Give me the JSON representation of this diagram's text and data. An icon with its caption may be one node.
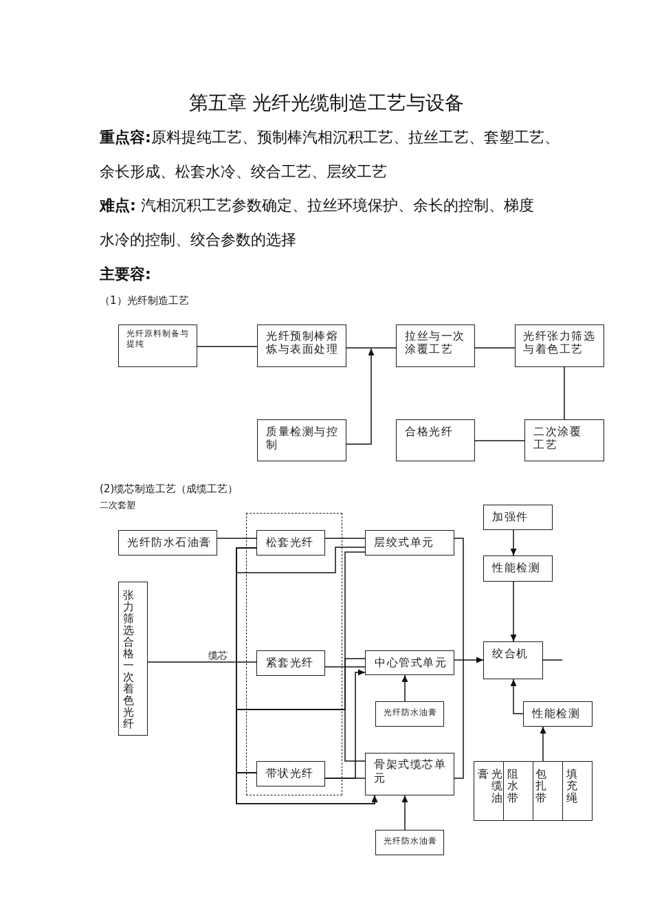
{
  "diagram": {
    "title": "第五章 光纤光缆制造工艺与设备",
    "nodes": [
      {
        "text": [
          "光纤原料制备与提纯"
        ]
      },
      {
        "text": [
          "光纤预制棒熔炼与表面处理"
        ]
      },
      {
        "text": [
          "拉丝与一次涂覆工艺"
        ]
      },
      {
        "text": [
          "光纤张力筛选与着色工艺"
        ]
      },
      {
        "text": [
          "质量检测与控制"
        ]
      },
      {
        "text": [
          "合格光纤"
        ]
      },
      {
        "text": [
          "二次涂覆工艺"
        ]
      },
      {
        "text": [
          "光纤防水石油膏"
        ]
      },
      {
        "text": [],
        "shape": "box"
      },
      {
        "text": [
          "松套光纤"
        ],
        "in": 8
      },
      {
        "text": [
          "层绞式单元"
        ]
      },
      {
        "text": [
          "加强件"
        ]
      },
      {
        "text": [
          "性能检测"
        ]
      },
      {
        "text": [
          "张力筛选合格一次着色光纤"
        ]
      },
      {
        "text": [
          "紧套光纤"
        ],
        "in": 8
      },
      {
        "text": [
          "中心管式单元"
        ]
      },
      {
        "text": [
          "绞合机"
        ]
      },
      {
        "text": [
          "光纤防水油膏"
        ]
      },
      {
        "text": [
          "性能检测"
        ]
      },
      {
        "text": [
          "带状光纤"
        ],
        "in": 8
      },
      {
        "text": [
          "骨架式缆芯单元"
        ]
      },
      {
        "text": [],
        "shape": "box"
      },
      {
        "text": [
          "光缆油膏"
        ],
        "in": 21
      },
      {
        "text": [
          "阻水带"
        ],
        "in": 21
      },
      {
        "text": [
          "包扎带"
        ],
        "in": 21
      },
      {
        "text": [
          "填充绳"
        ],
        "in": 21
      },
      {
        "text": [
          "光纤防水油膏"
        ]
      }
    ],
    "edges": [
      {
        "from": 0,
        "to": 1,
        "arrow": "none"
      },
      {
        "from": 1,
        "to": 2,
        "arrow": "none"
      },
      {
        "from": 4,
        "to": null,
        "arrow": "to"
      },
      {
        "from": 2,
        "to": 3,
        "arrow": "none"
      },
      {
        "from": 3,
        "to": 6,
        "arrow": "none"
      },
      {
        "from": 6,
        "to": 5,
        "arrow": "none"
      },
      {
        "from": 7,
        "to": 9,
        "arrow": "none"
      },
      {
        "from": 13,
        "to": 14,
        "arrow": "none",
        "label": "缆芯"
      },
      {
        "from": 9,
        "to": 10,
        "arrow": "none"
      },
      {
        "from": 9,
        "to": 10,
        "arrow": "none"
      },
      {
        "from": 9,
        "to": 10,
        "arrow": "none"
      },
      {
        "from": 9,
        "to": 20,
        "arrow": "to"
      },
      {
        "from": 19,
        "to": 20,
        "arrow": "to"
      },
      {
        "from": 19,
        "to": 15,
        "arrow": "none"
      },
      {
        "from": 19,
        "to": 20,
        "arrow": "none"
      },
      {
        "from": 14,
        "to": 15,
        "arrow": "none"
      },
      {
        "from": 19,
        "to": 15,
        "arrow": "to"
      },
      {
        "from": 19,
        "to": 20,
        "arrow": "none"
      },
      {
        "from": 10,
        "to": 20,
        "arrow": "none"
      },
      {
        "from": 15,
        "to": 16,
        "arrow": "to"
      },
      {
        "from": 11,
        "to": 12,
        "arrow": "to"
      },
      {
        "from": 12,
        "to": 16,
        "arrow": "to"
      },
      {
        "from": 17,
        "to": 15,
        "arrow": "to"
      },
      {
        "from": 18,
        "to": 16,
        "arrow": "to"
      },
      {
        "from": 21,
        "to": 18,
        "arrow": "to"
      },
      {
        "from": 26,
        "to": 20,
        "arrow": "to"
      },
      {
        "from": 16,
        "to": null,
        "arrow": "none"
      }
    ],
    "labels": [
      "**重点容:**原料提纯工艺、预制棒汽相沉积工艺、拉丝工艺、套塑工艺、余长形成、松套水冷、绞合工艺、层绞工艺",
      "**难点:** 汽相沉积工艺参数确定、拉丝环境保护、余长的控制、梯度水冷的控制、绞合参数的选择",
      "主要容:",
      "（1）光纤制造工艺",
      "(2)缆芯制造工艺（成缆工艺）",
      "二次套塑"
    ]
  }
}
